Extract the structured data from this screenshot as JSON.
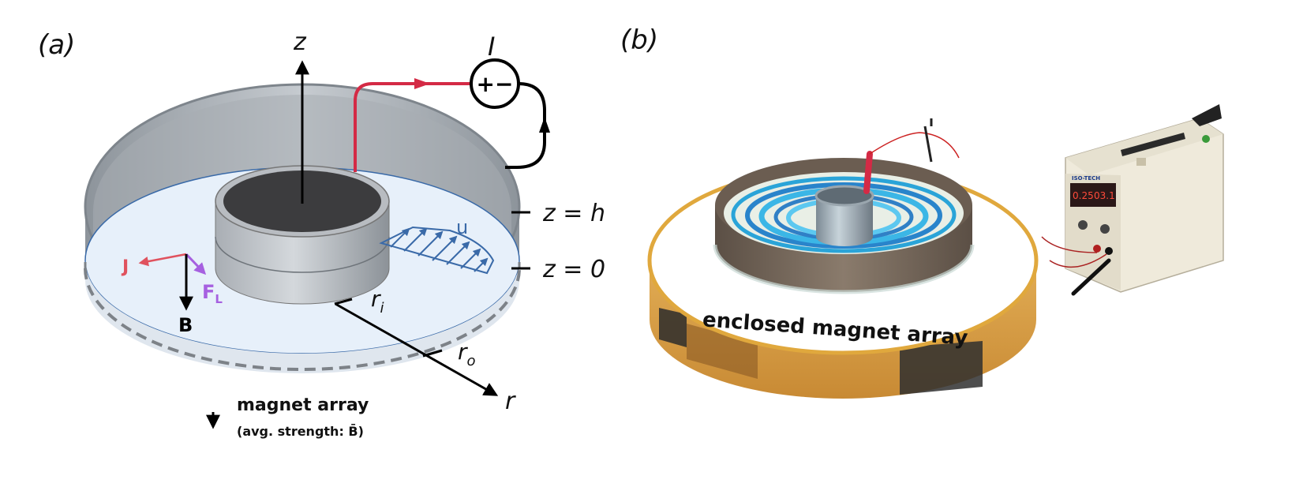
{
  "panel_a": {
    "label": "(a)",
    "z_axis": "z",
    "r_axis": "r",
    "current_label": "I",
    "source_symbol": "+−",
    "velocity_label": "u",
    "z_h_label": "z = h",
    "z_0_label": "z = 0",
    "r_inner": "r",
    "r_inner_sub": "i",
    "r_outer": "r",
    "r_outer_sub": "o",
    "J_label": "J",
    "F_label": "F",
    "F_sub": "L",
    "B_label": "B",
    "legend_title": "magnet array",
    "legend_sub": "(avg. strength: B̄)",
    "colors": {
      "wire_red": "#d42a45",
      "J_color": "#e0525e",
      "F_color": "#a660e0",
      "velocity_blue": "#3a6aa8",
      "fluid": "#e7f0fa",
      "wall": "#9aa1a9",
      "cylinder_top": "#3c3c3e"
    }
  },
  "panel_b": {
    "label": "(b)",
    "annotation": "enclosed magnet array",
    "display_left": "0.25",
    "display_right": "03.1",
    "supply_brand": "ISO-TECH",
    "colors": {
      "wood": "#d9a24a",
      "fluid_ring": "#2aa4d8",
      "steel": "#7a6a5c",
      "supply_body": "#efeadb"
    }
  }
}
